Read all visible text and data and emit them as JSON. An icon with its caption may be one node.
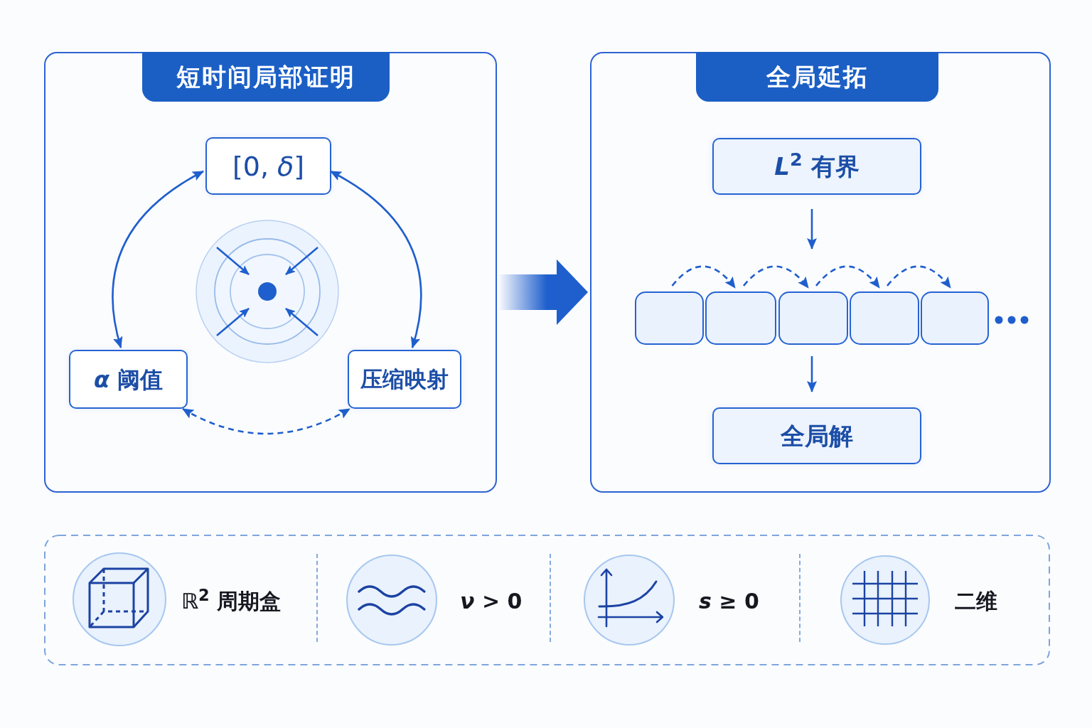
{
  "diagram": {
    "nodes": [
      {
        "text": [
          "短时间局部证明"
        ]
      },
      {
        "text": [
          "[0, *δ*]"
        ],
        "in": 0
      },
      {
        "text": [
          "*α* 阈值"
        ],
        "in": 0
      },
      {
        "text": [
          "压缩映射"
        ],
        "in": 0
      },
      {
        "text": [
          "全局延拓"
        ]
      },
      {
        "text": [
          "*L*$^{2}$ 有界"
        ],
        "in": 4
      },
      {
        "text": [],
        "shape": "box",
        "in": 4
      },
      {
        "text": [],
        "shape": "box",
        "in": 4
      },
      {
        "text": [],
        "shape": "box",
        "in": 4
      },
      {
        "text": [],
        "shape": "box",
        "in": 4
      },
      {
        "text": [],
        "shape": "box",
        "in": 4
      },
      {
        "text": [
          "全局解"
        ],
        "in": 4
      },
      {
        "text": [
          "ℝ$^{2}$ 周期盒",
          "*ν* > 0",
          "*s* ≥ 0",
          "二维"
        ]
      }
    ],
    "edges": [
      {
        "from": 1,
        "to": 2,
        "arrow": "both"
      },
      {
        "from": 1,
        "to": 3,
        "arrow": "both"
      },
      {
        "from": 2,
        "to": 3,
        "arrow": "both",
        "style": "dashed"
      },
      {
        "from": 5,
        "to": 8,
        "arrow": "to"
      },
      {
        "from": 6,
        "to": 7,
        "arrow": "to",
        "style": "dashed"
      },
      {
        "from": 7,
        "to": 8,
        "arrow": "to",
        "style": "dashed"
      },
      {
        "from": 8,
        "to": 9,
        "arrow": "to",
        "style": "dashed"
      },
      {
        "from": 9,
        "to": 10,
        "arrow": "to",
        "style": "dashed"
      },
      {
        "from": 8,
        "to": 11,
        "arrow": "to"
      },
      {
        "from": 0,
        "to": 4,
        "arrow": "to",
        "style": "thick"
      }
    ]
  }
}
